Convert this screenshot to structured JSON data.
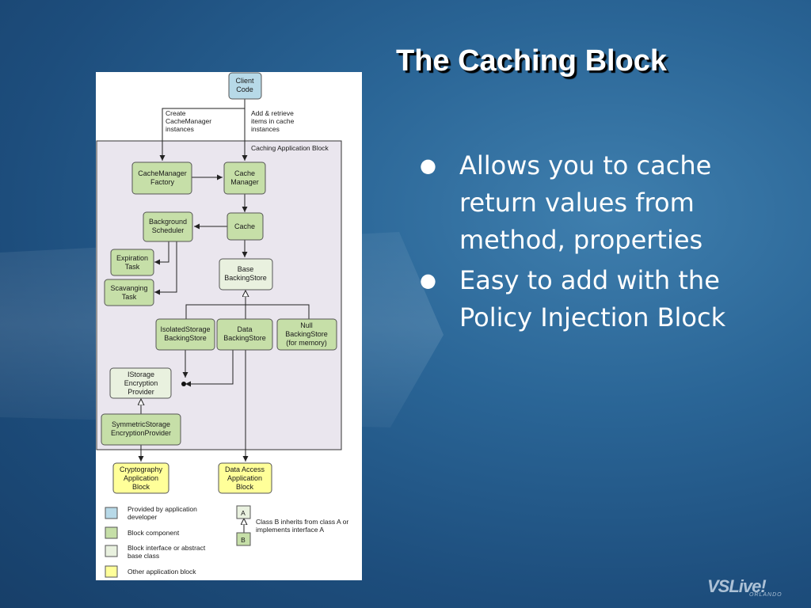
{
  "slide": {
    "title": "The Caching Block",
    "bullets": [
      "Allows you to cache return values from method, properties",
      "Easy to add with the Policy Injection Block"
    ]
  },
  "logo": {
    "main": "VSLive!",
    "sub": "ORLANDO"
  },
  "diagram": {
    "client_code": [
      "Client",
      "Code"
    ],
    "edge_create": [
      "Create",
      "CacheManager",
      "instances"
    ],
    "edge_add": [
      "Add & retrieve",
      "items in cache",
      "instances"
    ],
    "container_label": "Caching Application Block",
    "factory": [
      "CacheManager",
      "Factory"
    ],
    "cache_manager": [
      "Cache",
      "Manager"
    ],
    "background_scheduler": [
      "Background",
      "Scheduler"
    ],
    "cache": [
      "Cache"
    ],
    "expiration_task": [
      "Expiration",
      "Task"
    ],
    "scavanging_task": [
      "Scavanging",
      "Task"
    ],
    "base_backingstore": [
      "Base",
      "BackingStore"
    ],
    "isolated_backingstore": [
      "IsolatedStorage",
      "BackingStore"
    ],
    "data_backingstore": [
      "Data",
      "BackingStore"
    ],
    "null_backingstore": [
      "Null",
      "BackingStore",
      "(for memory)"
    ],
    "istorage_provider": [
      "IStorage",
      "Encryption",
      "Provider"
    ],
    "symmetric_provider": [
      "SymmetricStorage",
      "EncryptionProvider"
    ],
    "cryptography_block": [
      "Cryptography",
      "Application",
      "Block"
    ],
    "data_access_block": [
      "Data Access",
      "Application",
      "Block"
    ],
    "legend": {
      "provided": [
        "Provided by application",
        "developer"
      ],
      "component": [
        "Block component"
      ],
      "interface": [
        "Block interface or abstract",
        "base class"
      ],
      "other": [
        "Other application block"
      ],
      "class_a": "A",
      "class_b": "B",
      "inherits": [
        "Class B inherits from class A or",
        "implements interface A"
      ]
    },
    "colors": {
      "client": "#b7d9e8",
      "component": "#c6dfa8",
      "interface": "#e9f1df",
      "other_block": "#ffff99",
      "container": "#eae6ee"
    }
  }
}
